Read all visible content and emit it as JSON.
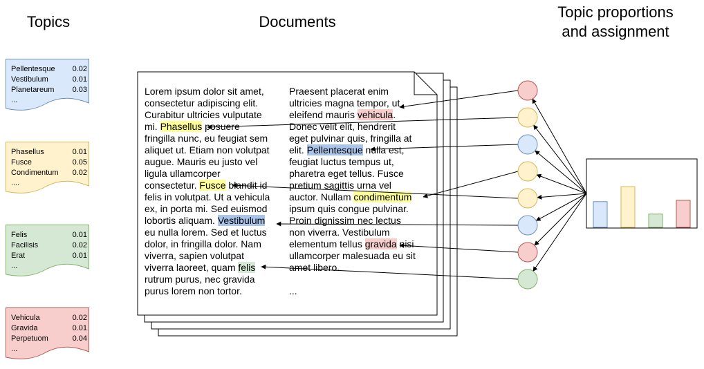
{
  "headings": {
    "topics": "Topics",
    "documents": "Documents",
    "topic_proportions_line1": "Topic proportions",
    "topic_proportions_line2": "and assignment"
  },
  "colors": {
    "blue_fill": "#dae8fc",
    "blue_stroke": "#6c8ebf",
    "yellow_fill": "#fff2cc",
    "yellow_stroke": "#d6b656",
    "green_fill": "#d5e8d4",
    "green_stroke": "#82b366",
    "red_fill": "#f8cecc",
    "red_stroke": "#b85450"
  },
  "topics": [
    {
      "color": "blue",
      "rows": [
        {
          "word": "Pellentesque",
          "value": "0.02"
        },
        {
          "word": "Vestibulum",
          "value": "0.01"
        },
        {
          "word": "Planetareum",
          "value": "0.03"
        },
        {
          "word": "...",
          "value": ""
        }
      ]
    },
    {
      "color": "yellow",
      "rows": [
        {
          "word": "Phasellus",
          "value": "0.01"
        },
        {
          "word": "Fusce",
          "value": "0.05"
        },
        {
          "word": "Condimentum",
          "value": "0.02"
        },
        {
          "word": "....",
          "value": ""
        }
      ]
    },
    {
      "color": "green",
      "rows": [
        {
          "word": "Felis",
          "value": "0.01"
        },
        {
          "word": "Facilisis",
          "value": "0.02"
        },
        {
          "word": "Erat",
          "value": "0.01"
        },
        {
          "word": "...",
          "value": ""
        }
      ]
    },
    {
      "color": "red",
      "rows": [
        {
          "word": "Vehicula",
          "value": "0.02"
        },
        {
          "word": "Gravida",
          "value": "0.01"
        },
        {
          "word": "Perpetuom",
          "value": "0.04"
        },
        {
          "word": "...",
          "value": ""
        }
      ]
    }
  ],
  "document": {
    "left_column": [
      [
        {
          "t": "Lorem ipsum dolor sit amet,"
        }
      ],
      [
        {
          "t": "consectetur adipiscing elit."
        }
      ],
      [
        {
          "t": "Curabitur ultricies vulputate"
        }
      ],
      [
        {
          "t": "mi. "
        },
        {
          "t": "Phasellus",
          "hl": "yellow"
        },
        {
          "t": " posuere"
        }
      ],
      [
        {
          "t": "fringilla nunc, eu feugiat sem"
        }
      ],
      [
        {
          "t": "aliquet ut. Etiam non volutpat"
        }
      ],
      [
        {
          "t": "augue. Mauris eu justo vel"
        }
      ],
      [
        {
          "t": "ligula ullamcorper"
        }
      ],
      [
        {
          "t": "consectetur. "
        },
        {
          "t": "Fusce",
          "hl": "yellow"
        },
        {
          "t": " blandit id"
        }
      ],
      [
        {
          "t": "felis in volutpat. Ut a vehicula"
        }
      ],
      [
        {
          "t": "ex, in porta mi. Sed euismod"
        }
      ],
      [
        {
          "t": "lobortis aliquam. "
        },
        {
          "t": "Vestibulum",
          "hl": "blue"
        }
      ],
      [
        {
          "t": "eu nulla lorem. Sed et luctus"
        }
      ],
      [
        {
          "t": "dolor, in fringilla dolor. Nam"
        }
      ],
      [
        {
          "t": "viverra, sapien volutpat"
        }
      ],
      [
        {
          "t": "viverra laoreet, quam "
        },
        {
          "t": "felis",
          "hl": "green"
        }
      ],
      [
        {
          "t": "rutrum purus, nec gravida"
        }
      ],
      [
        {
          "t": "purus lorem non tortor."
        }
      ]
    ],
    "right_column": [
      [
        {
          "t": "Praesent placerat enim"
        }
      ],
      [
        {
          "t": "ultricies magna tempor, ut"
        }
      ],
      [
        {
          "t": "eleifend mauris "
        },
        {
          "t": "vehicula",
          "hl": "red"
        },
        {
          "t": "."
        }
      ],
      [
        {
          "t": "Donec velit elit, hendrerit"
        }
      ],
      [
        {
          "t": "eget pulvinar quis, fringilla at"
        }
      ],
      [
        {
          "t": "elit. "
        },
        {
          "t": "Pellentesque",
          "hl": "blue"
        },
        {
          "t": " nulla est,"
        }
      ],
      [
        {
          "t": "feugiat luctus tempus ut,"
        }
      ],
      [
        {
          "t": "pharetra eget tellus. Fusce"
        }
      ],
      [
        {
          "t": "pretium sagittis urna vel"
        }
      ],
      [
        {
          "t": "auctor. Nullam "
        },
        {
          "t": "condimentum",
          "hl": "yellow"
        }
      ],
      [
        {
          "t": "ipsum quis congue pulvinar."
        }
      ],
      [
        {
          "t": "Proin dignissim nec lectus"
        }
      ],
      [
        {
          "t": "non viverra. Vestibulum"
        }
      ],
      [
        {
          "t": "elementum tellus "
        },
        {
          "t": "gravida",
          "hl": "red"
        },
        {
          "t": " nisi"
        }
      ],
      [
        {
          "t": "ullamcorper malesuada eu sit"
        }
      ],
      [
        {
          "t": "amet libero."
        }
      ],
      [
        {
          "t": ""
        }
      ],
      [
        {
          "t": "..."
        }
      ]
    ]
  },
  "assignment_circles": [
    "red",
    "yellow",
    "blue",
    "yellow",
    "yellow",
    "blue",
    "red",
    "green"
  ],
  "proportion_bars": [
    {
      "color": "blue",
      "value": 0.6
    },
    {
      "color": "yellow",
      "value": 0.95
    },
    {
      "color": "green",
      "value": 0.31
    },
    {
      "color": "red",
      "value": 0.63
    }
  ]
}
